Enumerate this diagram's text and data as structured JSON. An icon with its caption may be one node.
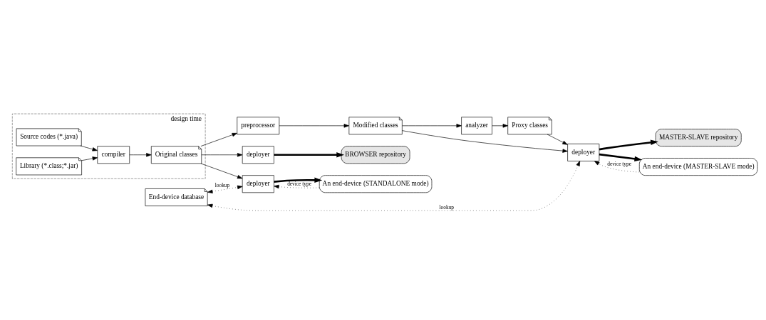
{
  "diagram": {
    "nodes": [
      {
        "text": [
          "design time"
        ]
      },
      {
        "text": [
          "Source codes (*.java)"
        ],
        "in": 0
      },
      {
        "text": [
          "Library (*.class;*.jar)"
        ],
        "in": 0
      },
      {
        "text": [
          "compiler"
        ],
        "in": 0
      },
      {
        "text": [
          "Original classes"
        ],
        "in": 0
      },
      {
        "text": [
          "preprocessor"
        ]
      },
      {
        "text": [
          "Modified classes"
        ]
      },
      {
        "text": [
          "analyzer"
        ]
      },
      {
        "text": [
          "Proxy classes"
        ]
      },
      {
        "text": [
          "End-device database"
        ]
      },
      {
        "text": [
          "deployer"
        ]
      },
      {
        "text": [
          "deployer"
        ]
      },
      {
        "text": [
          "deployer"
        ]
      },
      {
        "text": [
          "BROWSER repository"
        ]
      },
      {
        "text": [
          "An end-device (STANDALONE mode)"
        ]
      },
      {
        "text": [
          "MASTER-SLAVE repository"
        ]
      },
      {
        "text": [
          "An end-device (MASTER-SLAVE mode)"
        ]
      }
    ],
    "edges": [
      {
        "from": 1,
        "to": 3,
        "arrow": "to"
      },
      {
        "from": 2,
        "to": 3,
        "arrow": "to"
      },
      {
        "from": 3,
        "to": 4,
        "arrow": "to"
      },
      {
        "from": 4,
        "to": 5,
        "arrow": "to"
      },
      {
        "from": 5,
        "to": 6,
        "arrow": "to"
      },
      {
        "from": 6,
        "to": 7,
        "arrow": "to"
      },
      {
        "from": 7,
        "to": 8,
        "arrow": "to"
      },
      {
        "from": 6,
        "to": 10,
        "arrow": "to"
      },
      {
        "from": 8,
        "to": 10,
        "arrow": "to"
      },
      {
        "from": 9,
        "to": 10,
        "arrow": "both",
        "label": "lookup",
        "style": "dashed"
      },
      {
        "from": 4,
        "to": 11,
        "arrow": "to"
      },
      {
        "from": 4,
        "to": 12,
        "arrow": "to"
      },
      {
        "from": 9,
        "to": 12,
        "arrow": "both",
        "label": "lookup",
        "style": "dashed"
      },
      {
        "from": 11,
        "to": 13,
        "arrow": "to",
        "style": "thick"
      },
      {
        "from": 14,
        "to": 12,
        "arrow": "to",
        "label": "device type",
        "style": "dashed"
      },
      {
        "from": 12,
        "to": 14,
        "arrow": "to",
        "style": "thick"
      },
      {
        "from": 10,
        "to": 15,
        "arrow": "to",
        "style": "thick"
      },
      {
        "from": 10,
        "to": 16,
        "arrow": "to",
        "style": "thick"
      },
      {
        "from": 16,
        "to": 10,
        "arrow": "to",
        "label": "device type",
        "style": "dashed"
      }
    ]
  }
}
